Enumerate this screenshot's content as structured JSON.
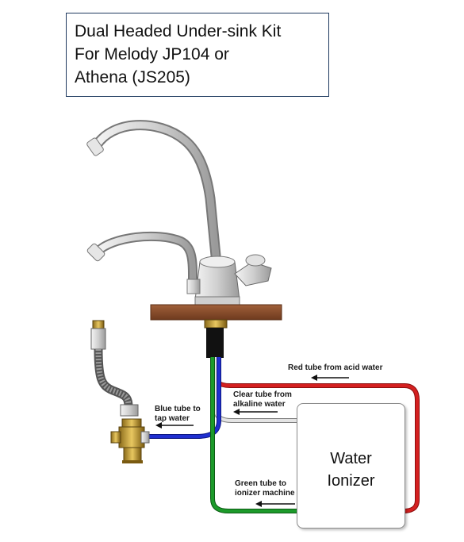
{
  "title": {
    "lines": [
      "Dual Headed Under-sink Kit",
      "For Melody JP104 or",
      "Athena (JS205)"
    ]
  },
  "labels": {
    "red_tube": "Red tube from acid water",
    "clear_tube": [
      "Clear tube from",
      "alkaline water"
    ],
    "blue_tube": [
      "Blue tube to",
      "tap water"
    ],
    "green_tube": [
      "Green tube to",
      "ionizer machine"
    ]
  },
  "ionizer": {
    "lines": [
      "Water",
      "Ionizer"
    ]
  },
  "colors": {
    "red_tube": "#d42020",
    "clear_tube": "#b8b8b8",
    "blue_tube": "#1f2fd0",
    "green_tube": "#1c9a2a",
    "countertop": "#8b4a2b",
    "chrome": "#dcdcdc",
    "brass": "#c8a040",
    "title_border": "#1f3a5f"
  },
  "icons": [
    "faucet-icon",
    "shutoff-valve-icon",
    "flex-hose-icon",
    "arrow-left-icon"
  ]
}
